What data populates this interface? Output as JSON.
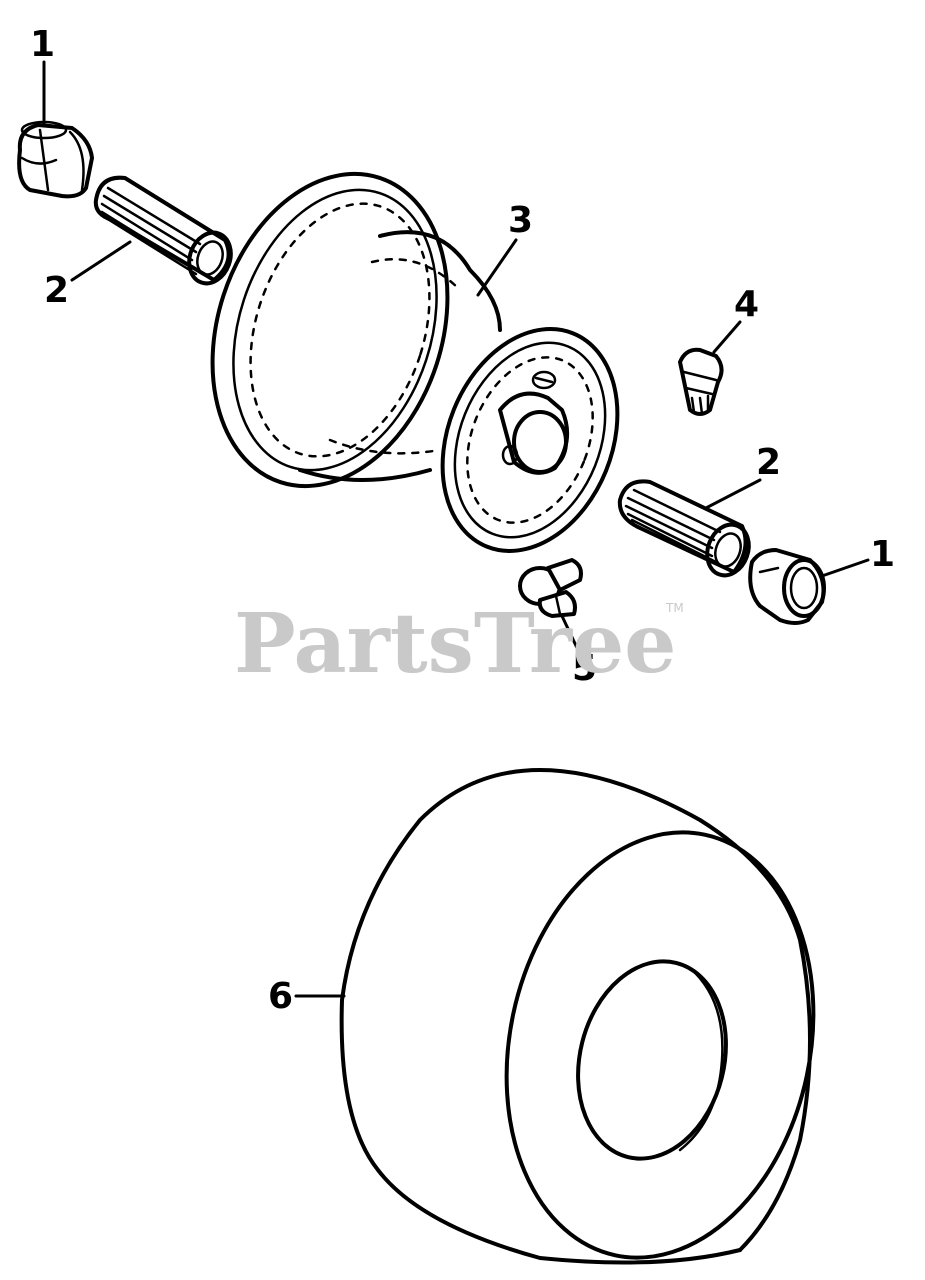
{
  "watermark": {
    "text": "PartsTree",
    "trademark": "TM"
  },
  "callouts": {
    "nut_upper": "1",
    "bearing_upper": "2",
    "wheel_rim": "3",
    "valve_stem": "4",
    "grease_fitting": "5",
    "bearing_lower": "2",
    "nut_lower": "1",
    "tire": "6"
  }
}
